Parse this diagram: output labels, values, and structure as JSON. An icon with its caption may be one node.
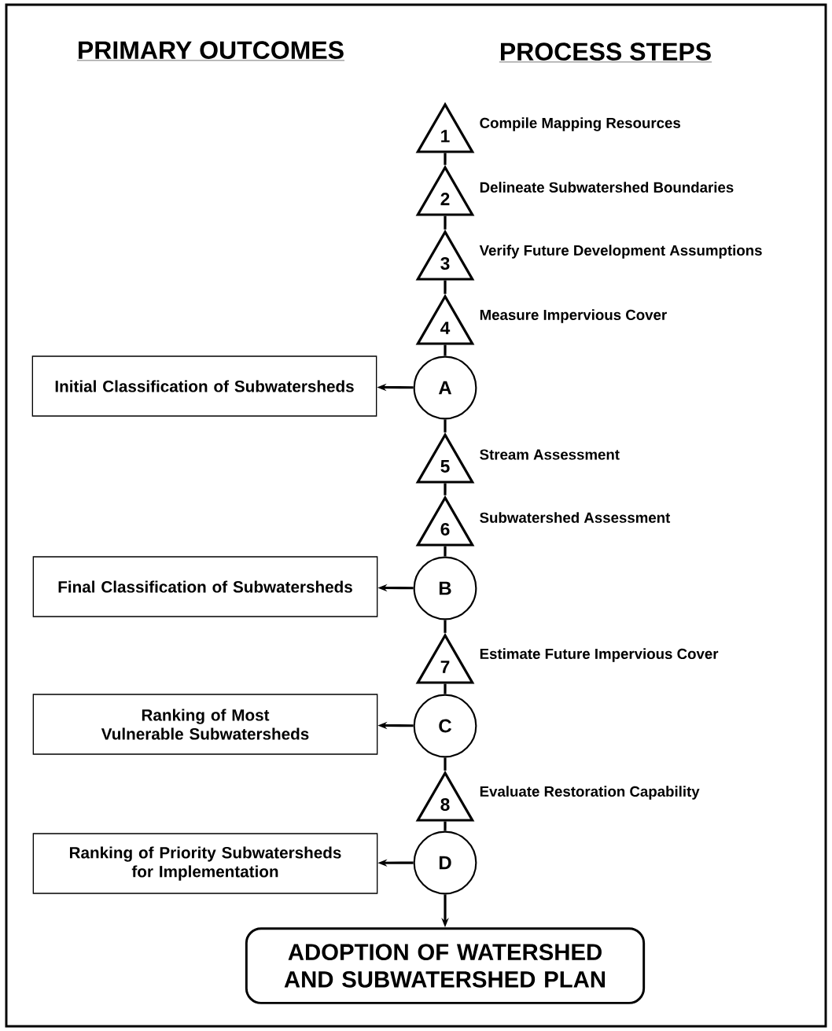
{
  "diagram": {
    "nodes": [
      {
        "text": [
          "1"
        ],
        "beside": [
          "Compile Mapping Resources"
        ]
      },
      {
        "text": [
          "2"
        ],
        "beside": [
          "Delineate Subwatershed Boundaries"
        ]
      },
      {
        "text": [
          "3"
        ],
        "beside": [
          "Verify Future Development Assumptions"
        ]
      },
      {
        "text": [
          "4"
        ],
        "beside": [
          "Measure Impervious Cover"
        ]
      },
      {
        "text": [
          "Initial Classification of Subwatersheds"
        ]
      },
      {
        "text": [
          "A"
        ]
      },
      {
        "text": [
          "5"
        ],
        "beside": [
          "Stream Assessment"
        ]
      },
      {
        "text": [
          "6"
        ],
        "beside": [
          "Subwatershed Assessment"
        ]
      },
      {
        "text": [
          "Final Classification of Subwatersheds"
        ]
      },
      {
        "text": [
          "B"
        ]
      },
      {
        "text": [
          "7"
        ],
        "beside": [
          "Estimate Future Impervious Cover"
        ]
      },
      {
        "text": [
          "Ranking of Most Vulnerable Subwatersheds"
        ]
      },
      {
        "text": [
          "C"
        ]
      },
      {
        "text": [
          "8"
        ],
        "beside": [
          "Evaluate Restoration Capability"
        ]
      },
      {
        "text": [
          "Ranking of Priority Subwatersheds for Implementation"
        ]
      },
      {
        "text": [
          "D"
        ]
      },
      {
        "text": [
          "ADOPTION OF WATERSHED AND SUBWATERSHED PLAN"
        ]
      }
    ],
    "edges": [
      {
        "from": 0,
        "to": 1,
        "arrow": "none"
      },
      {
        "from": 1,
        "to": 2,
        "arrow": "none"
      },
      {
        "from": 2,
        "to": 3,
        "arrow": "none"
      },
      {
        "from": 3,
        "to": 5,
        "arrow": "none"
      },
      {
        "from": 5,
        "to": 4,
        "arrow": "to"
      },
      {
        "from": 5,
        "to": 6,
        "arrow": "none"
      },
      {
        "from": 6,
        "to": 7,
        "arrow": "none"
      },
      {
        "from": 7,
        "to": 9,
        "arrow": "none"
      },
      {
        "from": 9,
        "to": 8,
        "arrow": "to"
      },
      {
        "from": 9,
        "to": 10,
        "arrow": "none"
      },
      {
        "from": 10,
        "to": 12,
        "arrow": "none"
      },
      {
        "from": 12,
        "to": 11,
        "arrow": "to"
      },
      {
        "from": 12,
        "to": 13,
        "arrow": "none"
      },
      {
        "from": 13,
        "to": 15,
        "arrow": "none"
      },
      {
        "from": 15,
        "to": 14,
        "arrow": "to"
      },
      {
        "from": 15,
        "to": 16,
        "arrow": "to"
      }
    ],
    "labels": [
      "PRIMARY OUTCOMES",
      "PROCESS STEPS"
    ]
  }
}
